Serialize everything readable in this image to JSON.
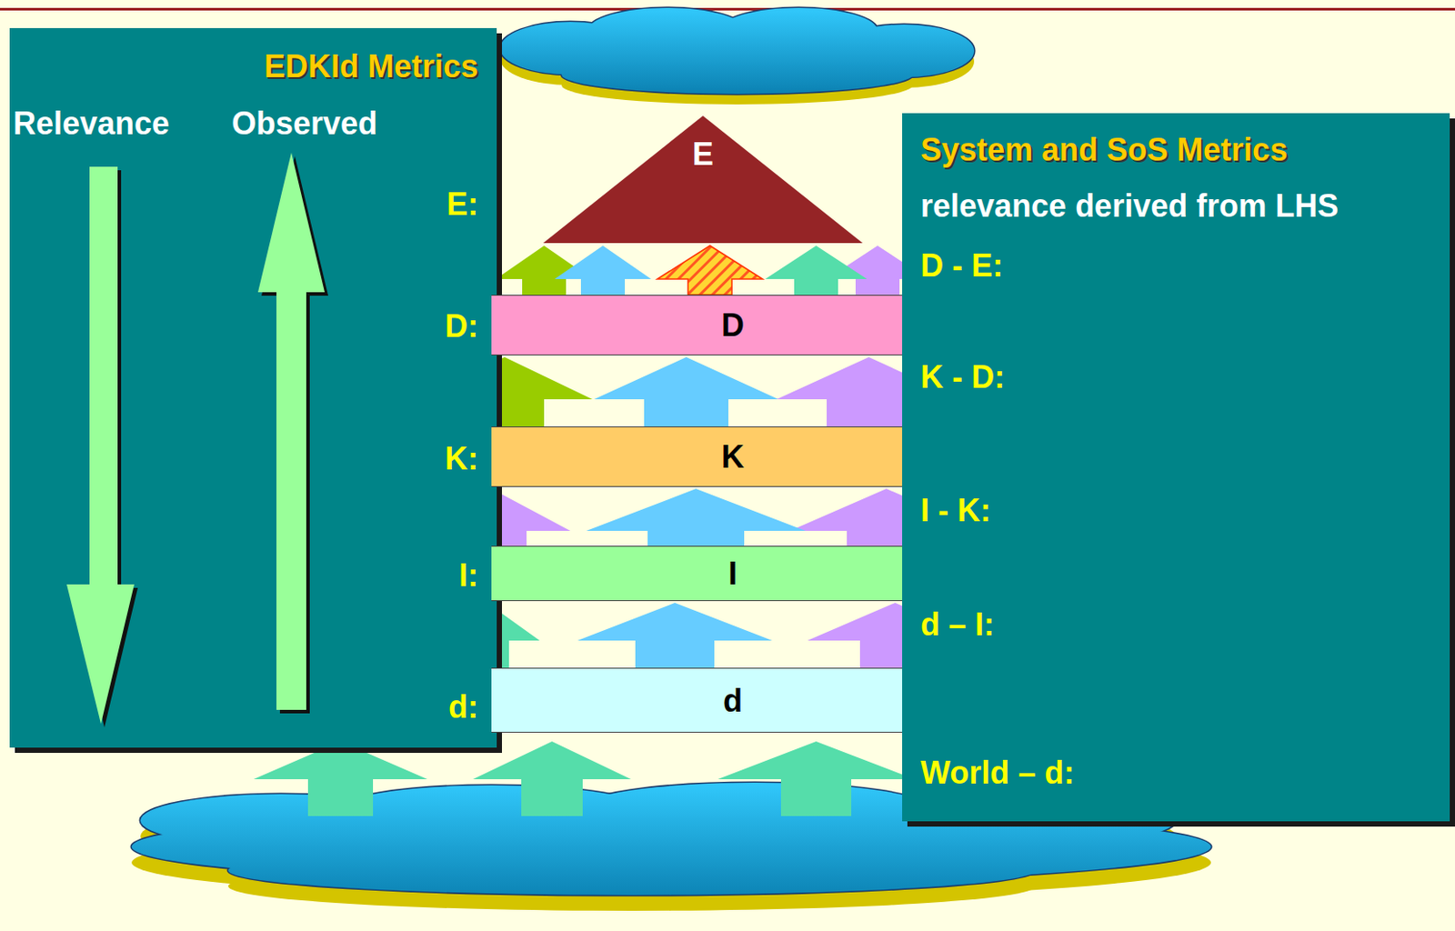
{
  "diagram": {
    "nodes": [
      {
        "text": [
          "EDKId Metrics",
          "Relevance",
          "Observed",
          "E:",
          "D:",
          "K:",
          "I:",
          "d:"
        ]
      },
      {
        "text": [
          "E"
        ]
      },
      {
        "text": [
          "D"
        ]
      },
      {
        "text": [
          "K"
        ]
      },
      {
        "text": [
          "I"
        ]
      },
      {
        "text": [
          "d"
        ]
      },
      {
        "text": [
          "System and SoS Metrics",
          "relevance derived from LHS",
          "D - E:",
          "K - D:",
          "I - K:",
          "d – I:",
          "World – d:"
        ]
      }
    ]
  }
}
